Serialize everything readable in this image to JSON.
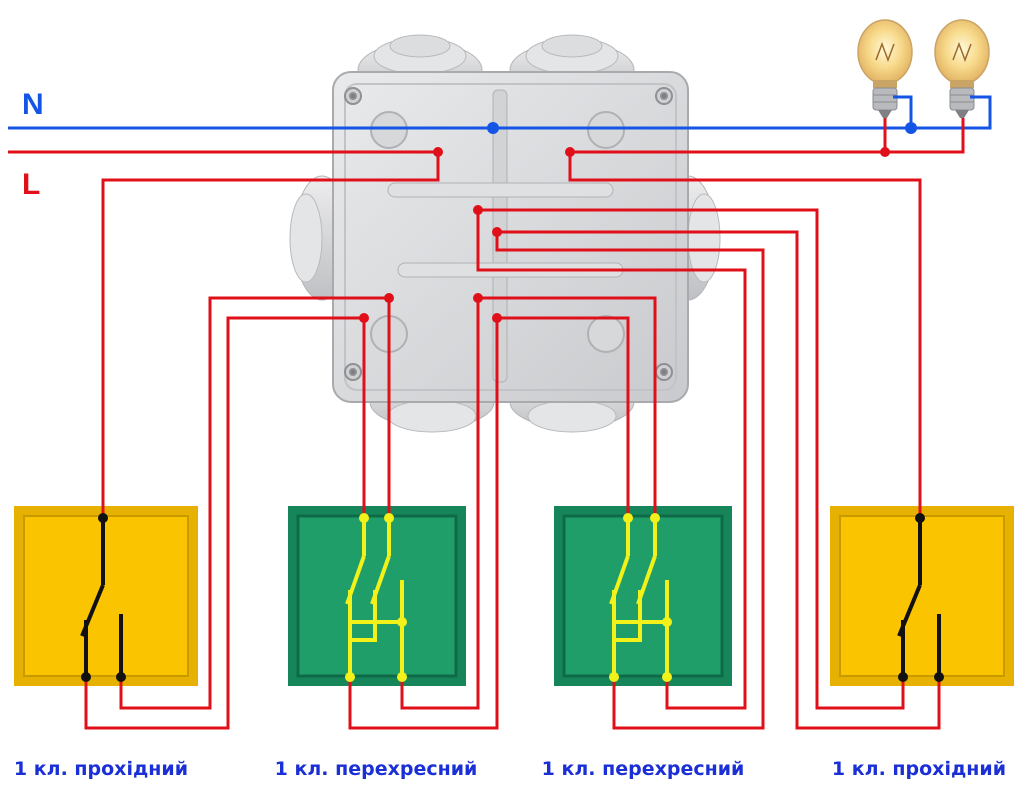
{
  "wires": {
    "neutral_label": "N",
    "line_label": "L"
  },
  "captions": {
    "switch1": "1 кл. прохідний",
    "switch2": "1 кл. перехресний",
    "switch3": "1 кл. перехресний",
    "switch4": "1 кл. прохідний"
  },
  "colors": {
    "neutral": "#1455e6",
    "line": "#e0101a",
    "caption": "#1a2fd6",
    "passthrough_switch": "#fbc400",
    "cross_switch": "#1f9e6a",
    "cross_contacts": "#f2f21a",
    "junction_box": "#d9dadc"
  },
  "icons": {
    "lamp": "light-bulb-icon",
    "junction_box": "junction-box-icon"
  }
}
